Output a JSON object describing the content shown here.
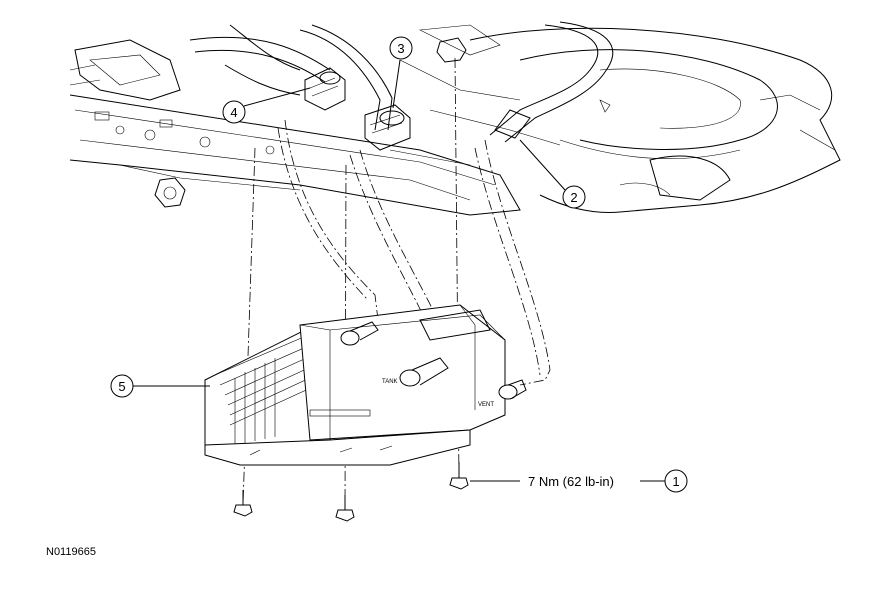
{
  "callouts": {
    "c1": "1",
    "c2": "2",
    "c3": "3",
    "c4": "4",
    "c5": "5"
  },
  "torque_spec": "7 Nm (62 lb-in)",
  "labels": {
    "tank": "TANK",
    "vent": "VENT"
  },
  "figure_id": "N0119665"
}
